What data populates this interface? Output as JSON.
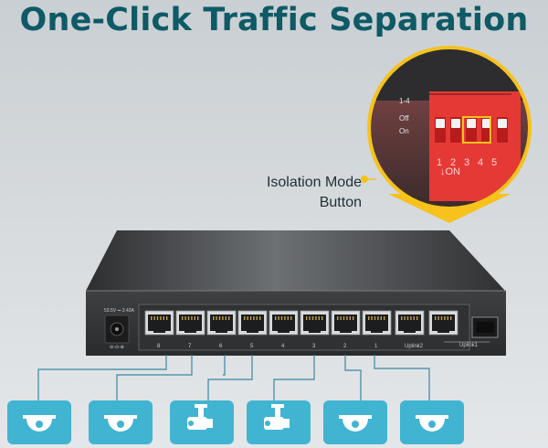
{
  "title": "One-Click Traffic Separation",
  "callout": {
    "line1": "Isolation Mode",
    "line2": "Button"
  },
  "dip": {
    "side_labels": [
      "1-4",
      "Off",
      "On"
    ],
    "numbers": [
      "1",
      "2",
      "3",
      "4",
      "5"
    ],
    "on_text": "↓ON"
  },
  "switch": {
    "power_label": "53.5V ⎓ 2.43A",
    "port_numbers": [
      "8",
      "7",
      "6",
      "5",
      "4",
      "3",
      "2",
      "1"
    ],
    "uplink2": "Uplink2",
    "uplink1": "Uplink1",
    "colors": {
      "body": "#3a3c3e",
      "accent_gold": "#f6c21b",
      "dip_red": "#e53935"
    }
  },
  "devices": [
    {
      "icon": "dome-camera-icon"
    },
    {
      "icon": "dome-camera-icon"
    },
    {
      "icon": "bullet-camera-icon"
    },
    {
      "icon": "bullet-camera-icon"
    },
    {
      "icon": "dome-camera-icon"
    },
    {
      "icon": "dome-camera-icon"
    }
  ]
}
